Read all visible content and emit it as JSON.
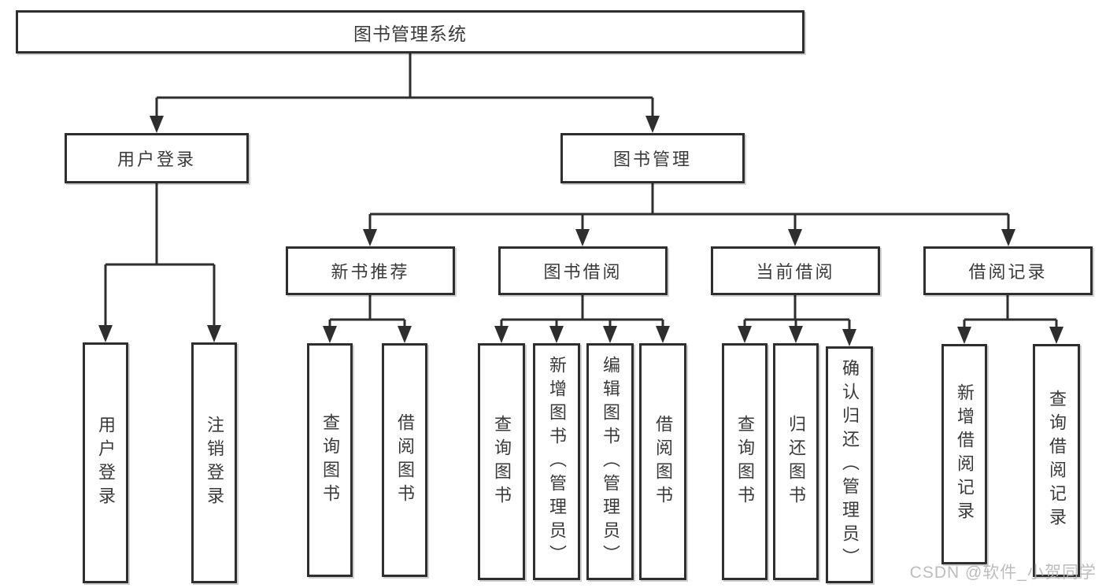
{
  "colors": {
    "line": "#2e2e2e",
    "text": "#3a3a3a",
    "node_bg": "#ffffff",
    "page_bg": "#ffffff",
    "watermark": "#b5b5b5"
  },
  "diagram": {
    "root": {
      "label": "图书管理系统"
    },
    "branches": [
      {
        "label": "用户登录",
        "leaves": [
          "用户登录",
          "注销登录"
        ]
      },
      {
        "label": "图书管理",
        "groups": [
          {
            "label": "新书推荐",
            "leaves": [
              "查询图书",
              "借阅图书"
            ]
          },
          {
            "label": "图书借阅",
            "leaves": [
              "查询图书",
              "新增图书（管理员）",
              "编辑图书（管理员）",
              "借阅图书"
            ]
          },
          {
            "label": "当前借阅",
            "leaves": [
              "查询图书",
              "归还图书",
              "确认归还（管理员）"
            ]
          },
          {
            "label": "借阅记录",
            "leaves": [
              "新增借阅记录",
              "查询借阅记录"
            ]
          }
        ]
      }
    ]
  },
  "watermark": {
    "text": "CSDN @软件_小贺同学"
  }
}
